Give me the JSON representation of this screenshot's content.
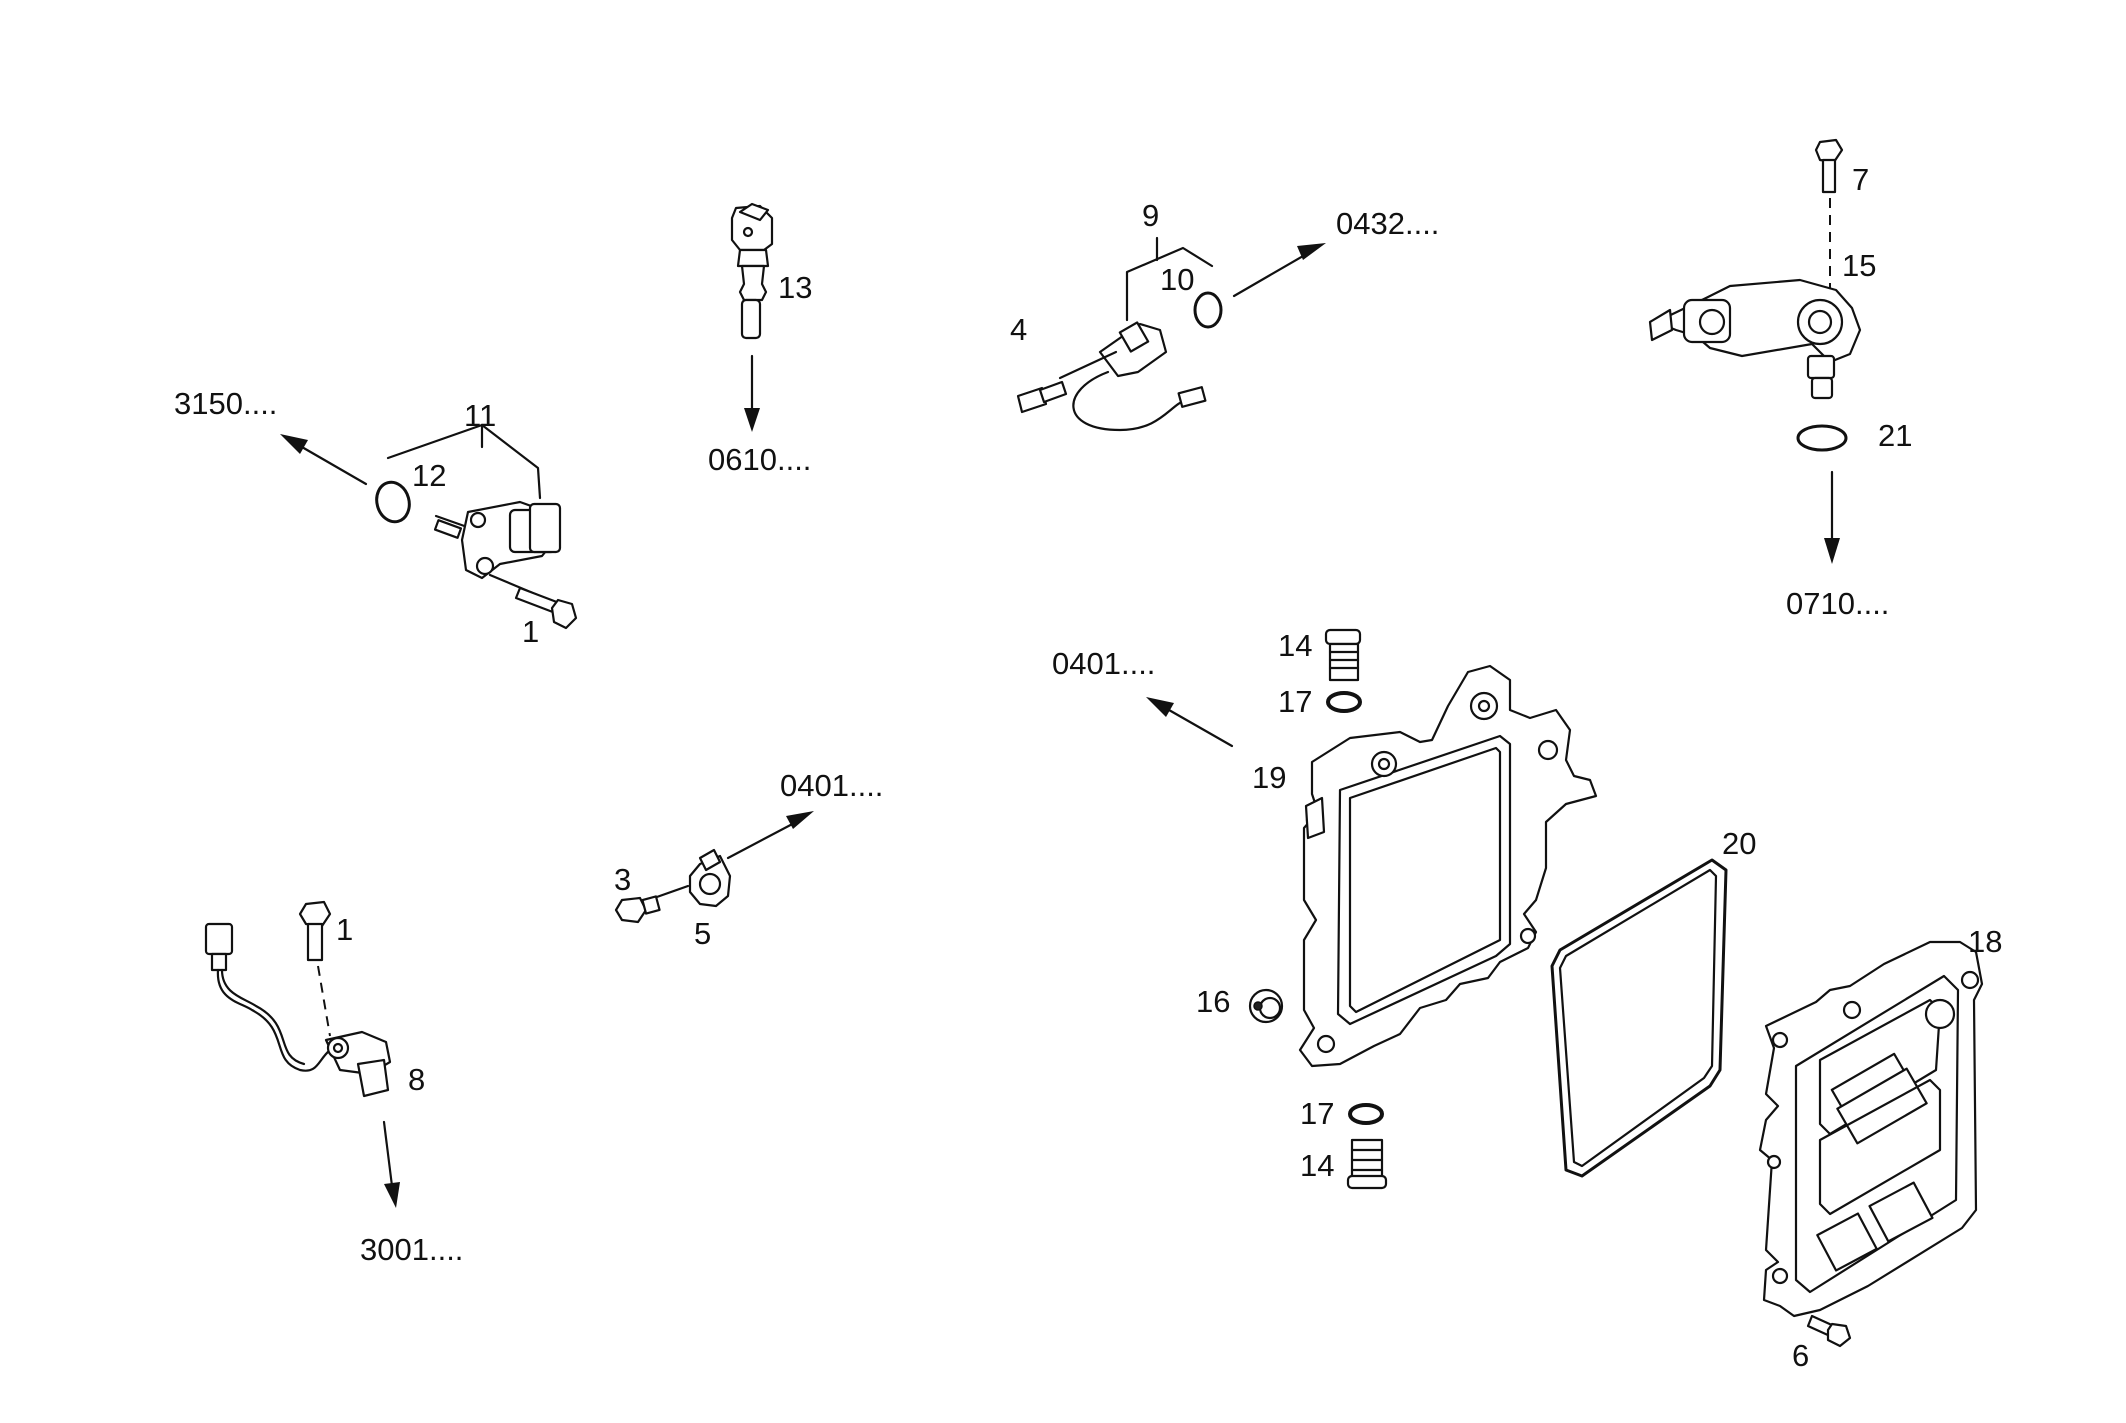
{
  "diagram": {
    "part_labels": {
      "p1a": "1",
      "p1b": "1",
      "p3": "3",
      "p4": "4",
      "p5": "5",
      "p6": "6",
      "p7": "7",
      "p8": "8",
      "p9": "9",
      "p10": "10",
      "p11": "11",
      "p12": "12",
      "p13": "13",
      "p14a": "14",
      "p14b": "14",
      "p15": "15",
      "p16": "16",
      "p17a": "17",
      "p17b": "17",
      "p18": "18",
      "p19": "19",
      "p20": "20",
      "p21": "21"
    },
    "references": {
      "r3150": "3150....",
      "r0610": "0610....",
      "r0432": "0432....",
      "r0710": "0710....",
      "r0401a": "0401....",
      "r0401b": "0401....",
      "r3001": "3001...."
    }
  }
}
